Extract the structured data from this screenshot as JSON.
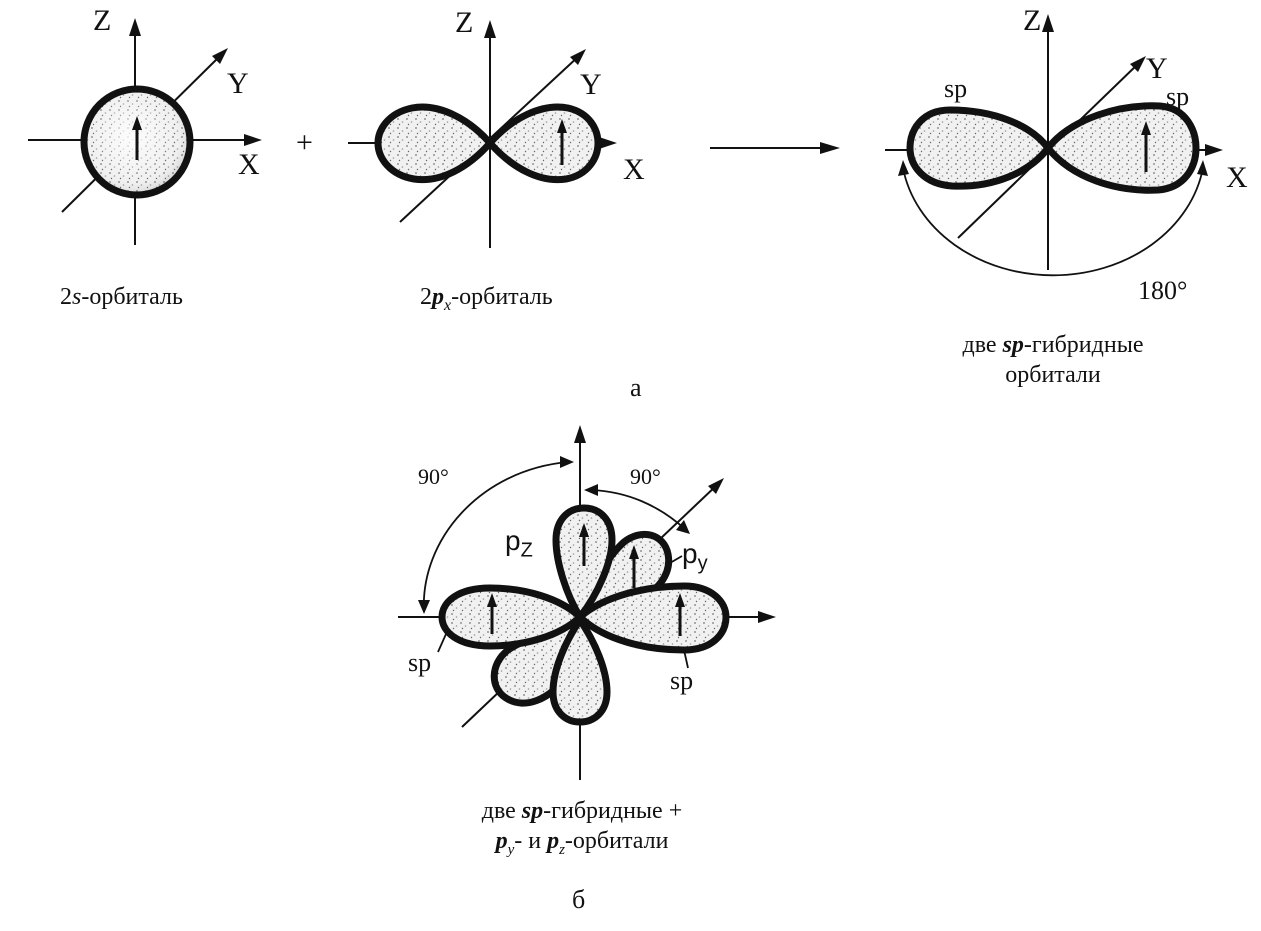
{
  "part_a": {
    "plus_sign": "+",
    "s_orbital": {
      "axis_z": "Z",
      "axis_y": "Y",
      "axis_x": "X",
      "caption_prefix": "2",
      "caption_italic": "s",
      "caption_suffix": "-орбиталь"
    },
    "p_orbital": {
      "axis_z": "Z",
      "axis_y": "Y",
      "axis_x": "X",
      "caption_prefix": "2",
      "caption_italic": "p",
      "caption_sub": "x",
      "caption_suffix": "-орбиталь"
    },
    "sp_hybrid": {
      "axis_z": "Z",
      "axis_y": "Y",
      "axis_x": "X",
      "lobe_left": "sp",
      "lobe_right": "sp",
      "angle": "180°",
      "caption_line1_pre": "две ",
      "caption_line1_italic": "sp",
      "caption_line1_post": "-гибридные",
      "caption_line2": "орбитали"
    },
    "panel_letter": "а"
  },
  "part_b": {
    "angle_left": "90°",
    "angle_right": "90°",
    "pz_main": "p",
    "pz_sub": "Z",
    "py_main": "p",
    "py_sub": "y",
    "sp_left": "sp",
    "sp_right": "sp",
    "caption_line1_pre": "две ",
    "caption_line1_italic": "sp",
    "caption_line1_post": "-гибридные +",
    "caption_line2_p1": "p",
    "caption_line2_sub1": "y",
    "caption_line2_mid": "- и ",
    "caption_line2_p2": "p",
    "caption_line2_sub2": "z",
    "caption_line2_post": "-орбитали",
    "panel_letter": "б"
  }
}
